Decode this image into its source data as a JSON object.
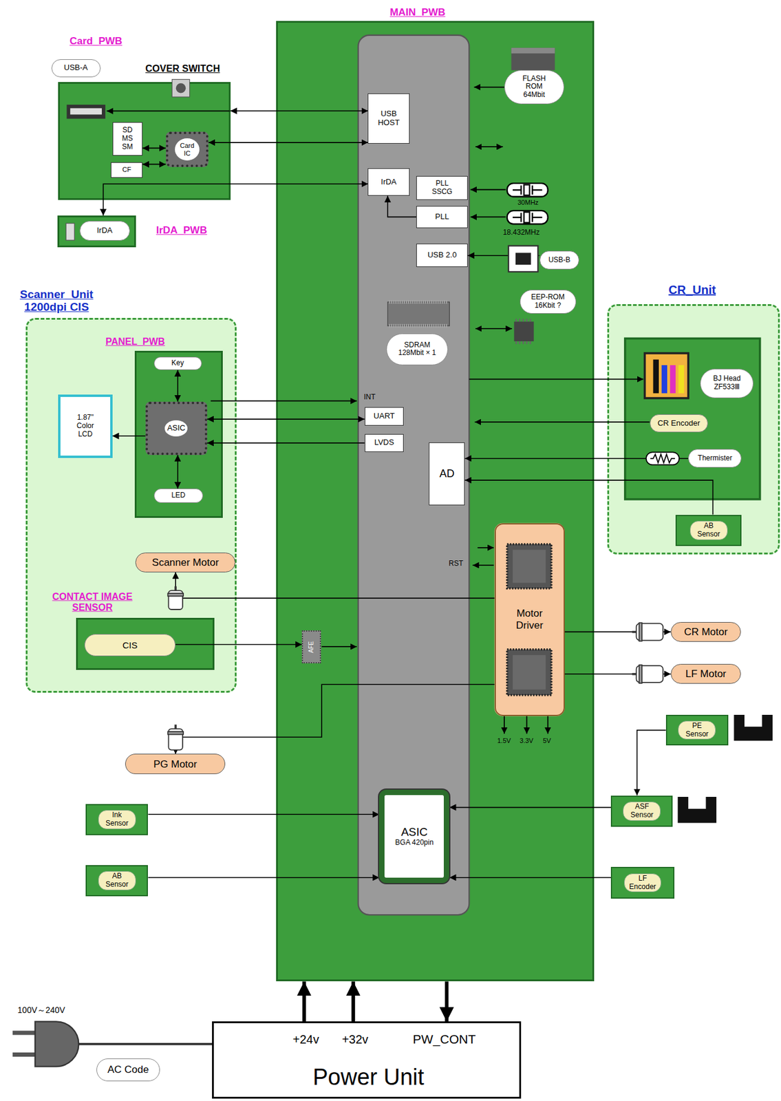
{
  "diagram": {
    "nodes": [
      {
        "text": [
          "Card_PWB"
        ]
      },
      {
        "text": [
          "USB-A"
        ]
      },
      {
        "text": [
          "SD MS SM"
        ],
        "in": 0
      },
      {
        "text": [
          "CF"
        ],
        "in": 0
      },
      {
        "text": [
          "Card IC"
        ],
        "in": 0
      },
      {
        "text": [
          "IrDA_PWB"
        ]
      },
      {
        "text": [
          "IrDA"
        ],
        "in": 5
      },
      {
        "text": [
          "MAIN_PWB"
        ]
      },
      {
        "text": [
          "USB HOST"
        ],
        "in": 7
      },
      {
        "text": [
          "IrDA"
        ],
        "in": 7
      },
      {
        "text": [
          "PLL SSCG"
        ],
        "in": 7
      },
      {
        "text": [
          "PLL"
        ],
        "in": 7
      },
      {
        "text": [
          "USB 2.0"
        ],
        "in": 7
      },
      {
        "text": [
          "FLASH ROM 64Mbit"
        ],
        "in": 7
      },
      {
        "text": [
          "USB-B"
        ],
        "in": 7
      },
      {
        "text": [
          "EEP-ROM 16Kbit ?"
        ],
        "in": 7
      },
      {
        "text": [
          "SDRAM 128Mbit × 1"
        ],
        "in": 7
      },
      {
        "text": [
          "UART"
        ],
        "in": 7
      },
      {
        "text": [
          "LVDS"
        ],
        "in": 7
      },
      {
        "text": [
          "AD"
        ],
        "in": 7
      },
      {
        "text": [
          "Motor Driver"
        ],
        "in": 7
      },
      {
        "text": [
          "AFE"
        ],
        "in": 7
      },
      {
        "text": [
          "ASIC",
          "BGA 420pin"
        ],
        "in": 7
      },
      {
        "text": [
          "CR_Unit"
        ]
      },
      {
        "text": [
          "BJ Head ZF533Ⅲ"
        ],
        "in": 23
      },
      {
        "text": [
          "CR Encoder"
        ],
        "in": 23
      },
      {
        "text": [
          "Thermister"
        ],
        "in": 23
      },
      {
        "text": [
          "AB Sensor"
        ],
        "in": 23
      },
      {
        "text": [
          "Scanner_Unit 1200dpi CIS"
        ]
      },
      {
        "text": [
          "PANEL_PWB"
        ],
        "in": 28
      },
      {
        "text": [
          "Key"
        ],
        "in": 29
      },
      {
        "text": [
          "ASIC"
        ],
        "in": 29
      },
      {
        "text": [
          "LED"
        ],
        "in": 29
      },
      {
        "text": [
          "1.87\" Color LCD"
        ],
        "in": 28
      },
      {
        "text": [
          "Scanner Motor"
        ],
        "in": 28
      },
      {
        "text": [
          "CONTACT IMAGE SENSOR"
        ],
        "in": 28
      },
      {
        "text": [
          "CIS"
        ],
        "in": 35
      },
      {
        "text": [
          "PG Motor"
        ]
      },
      {
        "text": [
          "CR Motor"
        ]
      },
      {
        "text": [
          "LF Motor"
        ]
      },
      {
        "text": [
          "PE Sensor"
        ]
      },
      {
        "text": [
          "ASF Sensor"
        ]
      },
      {
        "text": [
          "LF Encoder"
        ]
      },
      {
        "text": [
          "Ink Sensor"
        ]
      },
      {
        "text": [
          "AB Sensor"
        ]
      },
      {
        "text": [
          "+24v",
          "+32v",
          "PW_CONT",
          "Power Unit"
        ]
      },
      {
        "text": [
          "AC Code"
        ]
      }
    ],
    "edges": [
      {
        "from": 0,
        "to": 8,
        "arrow": "both"
      },
      {
        "from": 4,
        "to": 8,
        "arrow": "both"
      },
      {
        "from": 2,
        "to": 4,
        "arrow": "both"
      },
      {
        "from": 3,
        "to": 4,
        "arrow": "both"
      },
      {
        "from": 9,
        "to": 5,
        "arrow": "both"
      },
      {
        "from": 11,
        "to": 9,
        "arrow": "to"
      },
      {
        "from": 12,
        "to": 14,
        "arrow": "both"
      },
      {
        "from": 31,
        "to": 17,
        "arrow": "both"
      },
      {
        "from": 18,
        "to": 31,
        "arrow": "to"
      },
      {
        "from": 30,
        "to": 31,
        "arrow": "both"
      },
      {
        "from": 31,
        "to": 32,
        "arrow": "both"
      },
      {
        "from": 31,
        "to": 33,
        "arrow": "to"
      },
      {
        "from": 26,
        "to": 19,
        "arrow": "to"
      },
      {
        "from": 27,
        "to": 19,
        "arrow": "to"
      },
      {
        "from": 20,
        "to": 34,
        "arrow": "to"
      },
      {
        "from": 20,
        "to": 37,
        "arrow": "to"
      },
      {
        "from": 20,
        "to": 38,
        "arrow": "to"
      },
      {
        "from": 20,
        "to": 39,
        "arrow": "to"
      },
      {
        "from": 36,
        "to": 21,
        "arrow": "to"
      },
      {
        "from": 43,
        "to": 22,
        "arrow": "to"
      },
      {
        "from": 44,
        "to": 22,
        "arrow": "to"
      },
      {
        "from": 41,
        "to": 22,
        "arrow": "to"
      },
      {
        "from": 42,
        "to": 22,
        "arrow": "to"
      },
      {
        "from": 40,
        "to": 41,
        "arrow": "to"
      },
      {
        "from": 45,
        "to": 7,
        "arrow": "to"
      },
      {
        "from": 45,
        "to": 7,
        "arrow": "to"
      },
      {
        "from": 7,
        "to": 45,
        "arrow": "to"
      }
    ],
    "labels": [
      "COVER SWITCH",
      "30MHz",
      "18.432MHz",
      "INT",
      "RST",
      "1.5V",
      "3.3V",
      "5V",
      "100V～240V"
    ]
  }
}
